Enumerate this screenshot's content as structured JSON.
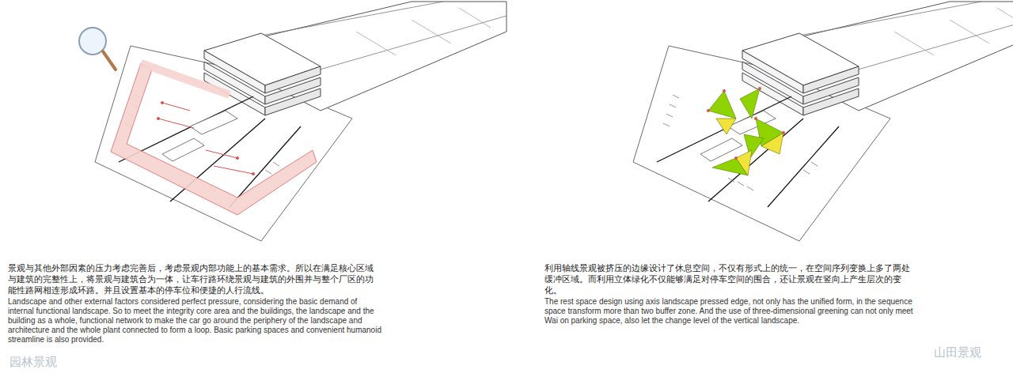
{
  "diagram": {
    "labels": [
      "景观与其他外部因素的压力考虑完善后，考虑景观内部功能上的基本需求。所以在满足核心区域与建筑的完整性上，将景观与建筑合为一体，让车行路环绕景观与建筑的外围并与整个厂区的功能性路网相连形成环路。并且设置基本的停车位和便捷的人行流线。",
      "Landscape and other external factors considered perfect pressure, considering the basic demand of internal functional landscape. So to meet the integrity core area and the buildings, the landscape and the building as a whole, functional network to make the car go around the periphery of the landscape and architecture and the whole plant connected to form a loop. Basic parking spaces and convenient humanoid streamline is also provided.",
      "利用轴线景观被挤压的边缘设计了休息空间，不仅有形式上的统一，在空间序列变换上多了两处缓冲区域。而利用立体绿化不仅能够满足对停车空间的围合，还让景观在竖向上产生层次的变化。",
      "The rest space design using axis landscape pressed edge, not only has the unified form, in the sequence space transform more than two buffer zone. And the use of three-dimensional greening can not only meet Wai on parking space, also let the change level of the vertical landscape.",
      "园林景观",
      "山田景观"
    ]
  }
}
